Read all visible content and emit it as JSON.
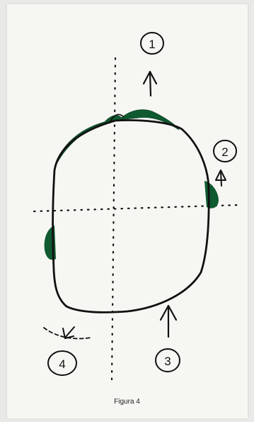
{
  "figure": {
    "caption": "Figura 4",
    "colors": {
      "ink": "#111111",
      "green": "#0f5a30",
      "paper": "#f6f6f3"
    }
  },
  "markers": [
    {
      "label": "1"
    },
    {
      "label": "2"
    },
    {
      "label": "3"
    },
    {
      "label": "4"
    }
  ]
}
